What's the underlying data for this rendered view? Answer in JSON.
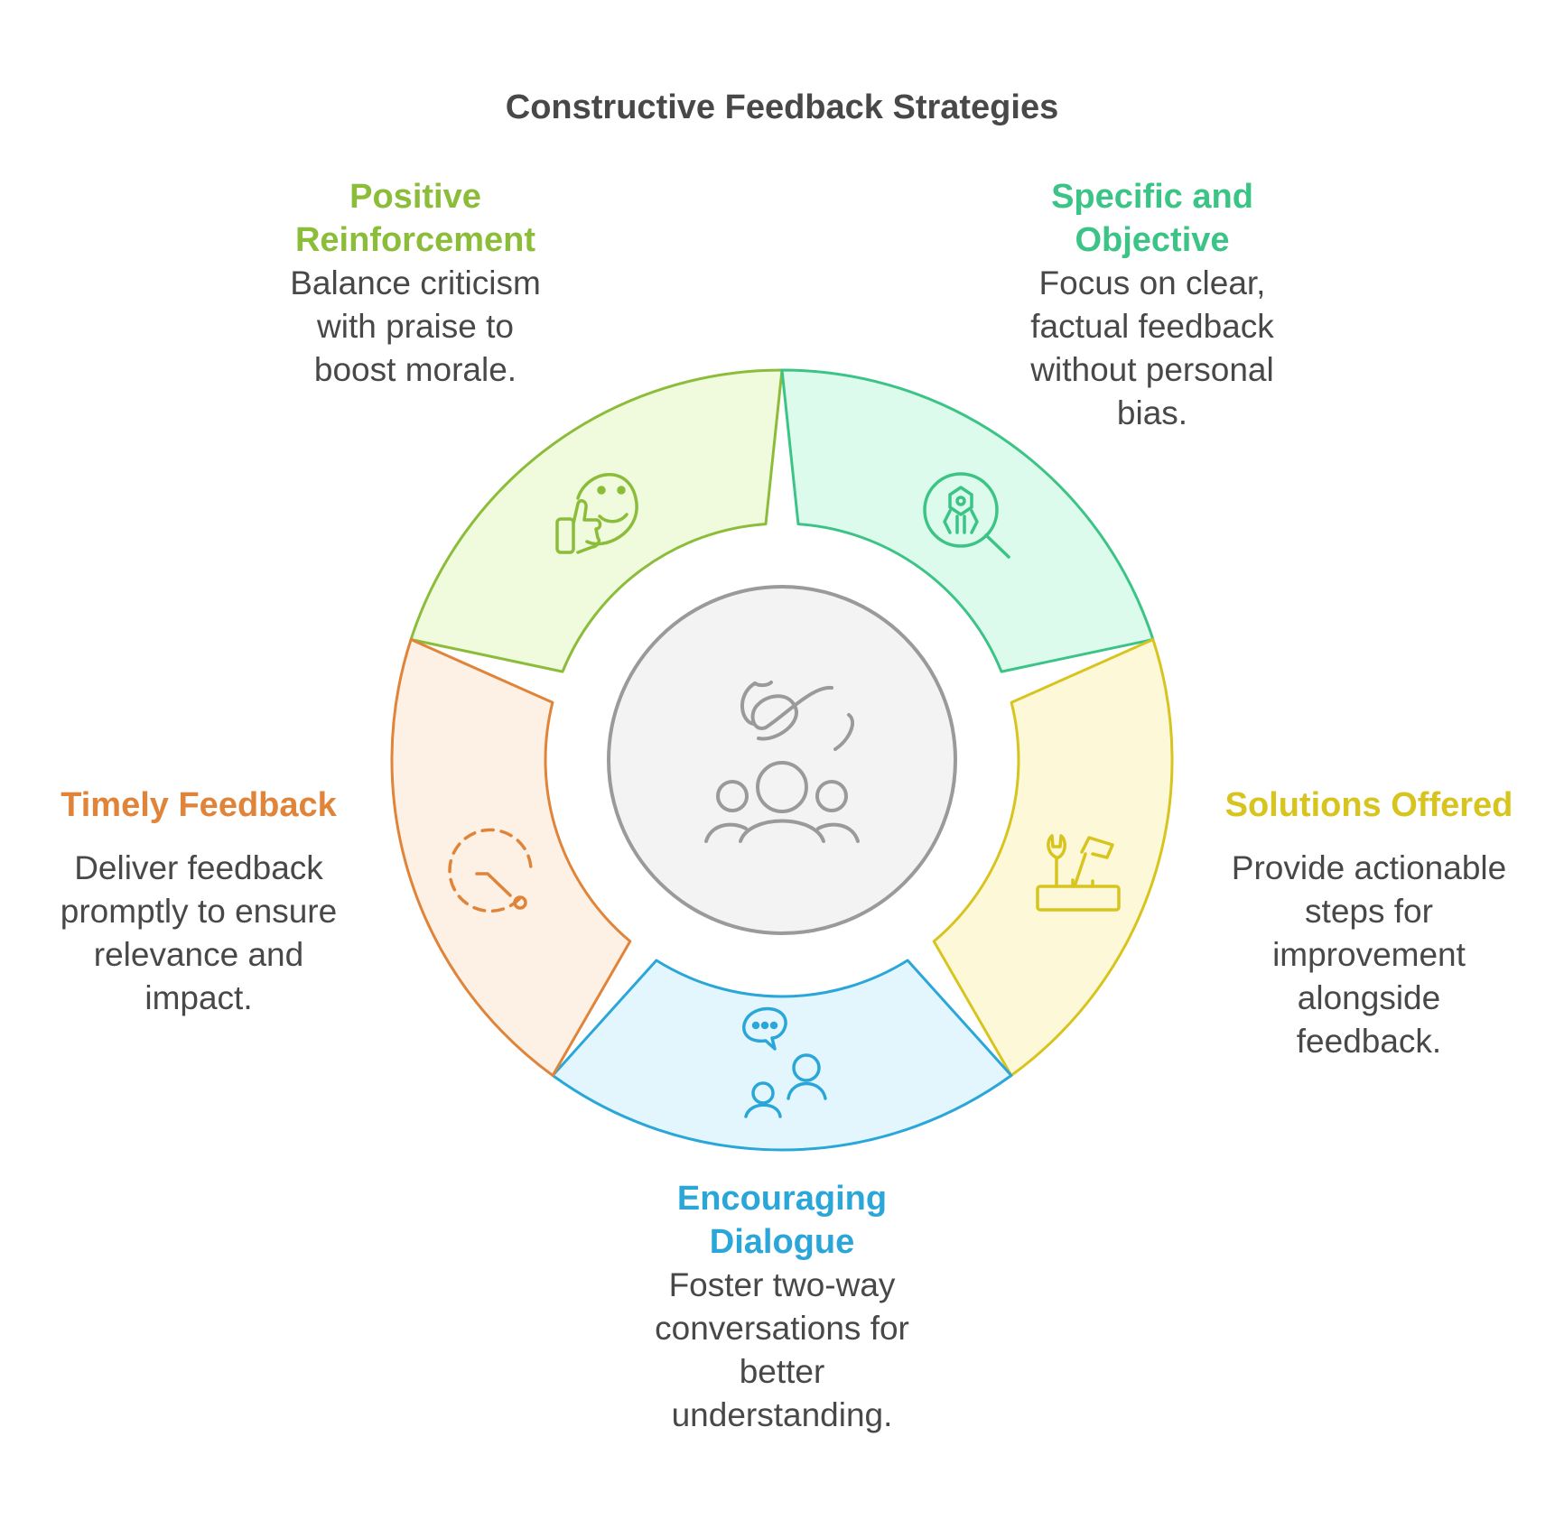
{
  "title": "Constructive Feedback Strategies",
  "segments": [
    {
      "key": "positive",
      "title": "Positive Reinforcement",
      "description": "Balance criticism with praise to boost morale.",
      "color": "#8cbd3a",
      "fill": "#f0fadc",
      "icon": "thumbs-up-smile-icon"
    },
    {
      "key": "specific",
      "title": "Specific and Objective",
      "description": "Focus on clear, factual feedback without personal bias.",
      "color": "#3cc487",
      "fill": "#ddfbec",
      "icon": "magnifier-robot-icon"
    },
    {
      "key": "solutions",
      "title": "Solutions Offered",
      "description": "Provide actionable steps for improvement alongside feedback.",
      "color": "#d8c41f",
      "fill": "#fdf8d8",
      "icon": "toolbox-icon"
    },
    {
      "key": "dialogue",
      "title": "Encouraging Dialogue",
      "description": "Foster two-way conversations for better understanding.",
      "color": "#2aa7d8",
      "fill": "#e4f6fd",
      "icon": "chat-people-icon"
    },
    {
      "key": "timely",
      "title": "Timely Feedback",
      "description": "Deliver feedback promptly to ensure relevance and impact.",
      "color": "#e0843a",
      "fill": "#fdf0e4",
      "icon": "clock-icon"
    }
  ],
  "center": {
    "icon": "hand-over-people-icon",
    "color": "#9a9a9a",
    "fill": "#f3f3f3"
  }
}
